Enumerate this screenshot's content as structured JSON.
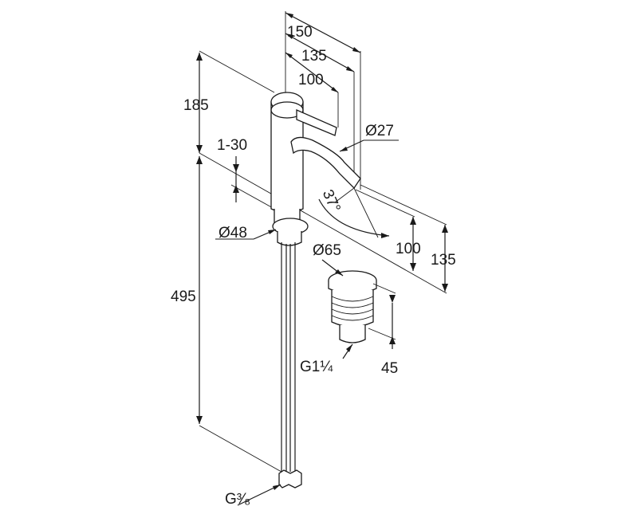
{
  "dimensions": {
    "overall_width": "150",
    "spout_reach": "135",
    "lever_reach": "100",
    "spout_diameter": "Ø27",
    "height_above_deck": "185",
    "deck_thickness": "1-30",
    "body_diameter": "Ø48",
    "pipe_length": "495",
    "spout_angle": "37°",
    "spout_height_100": "100",
    "spout_height_135": "135",
    "waste_diameter": "Ø65",
    "waste_height": "45",
    "waste_thread": "G1¼",
    "supply_thread": "G³⁄₈"
  },
  "colors": {
    "line": "#1a1a1a",
    "background": "#ffffff"
  }
}
